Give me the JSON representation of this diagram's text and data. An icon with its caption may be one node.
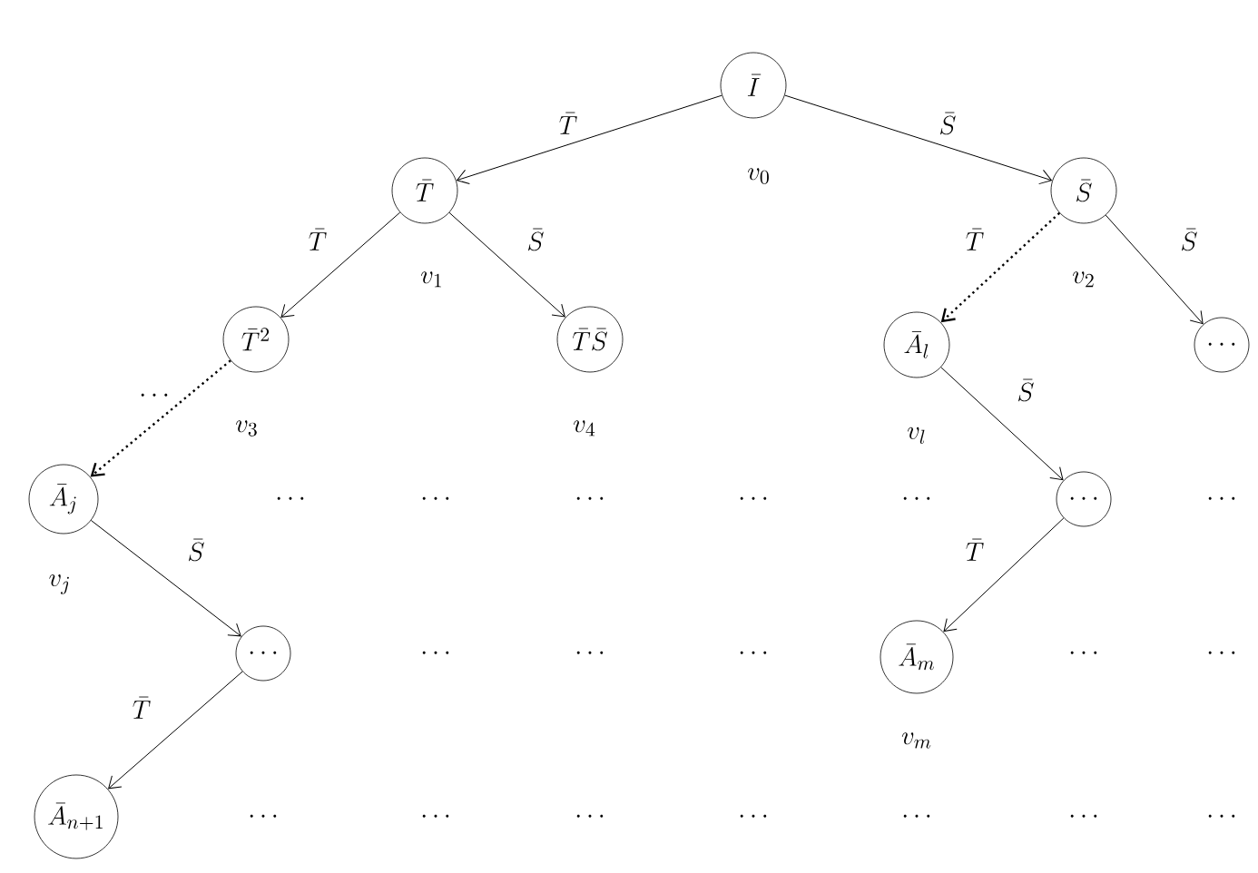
{
  "diagram": {
    "nodes": [
      {
        "text": [
          "\\bar{I}"
        ],
        "beside": [
          "v_0"
        ]
      },
      {
        "text": [
          "\\bar{T}"
        ],
        "beside": [
          "v_1"
        ]
      },
      {
        "text": [
          "\\bar{S}"
        ],
        "beside": [
          "v_2"
        ]
      },
      {
        "text": [
          "\\bar{T}^2"
        ],
        "beside": [
          "v_3"
        ]
      },
      {
        "text": [
          "\\bar{T}\\bar{S}"
        ],
        "beside": [
          "v_4"
        ]
      },
      {
        "text": [
          "\\bar{A}_l"
        ],
        "beside": [
          "v_l"
        ]
      },
      {
        "text": [
          "\\cdots"
        ]
      },
      {
        "text": [
          "\\bar{A}_j"
        ],
        "beside": [
          "v_j"
        ]
      },
      {
        "text": [
          "\\cdots"
        ]
      },
      {
        "text": [
          "\\cdots"
        ]
      },
      {
        "text": [
          "\\bar{A}_m"
        ],
        "beside": [
          "v_m"
        ]
      },
      {
        "text": [
          "\\bar{A}_{n+1}"
        ]
      }
    ],
    "edges": [
      {
        "from": 0,
        "to": 1,
        "arrow": "to",
        "label": "\\bar{T}"
      },
      {
        "from": 0,
        "to": 2,
        "arrow": "to",
        "label": "\\bar{S}"
      },
      {
        "from": 1,
        "to": 3,
        "arrow": "to",
        "label": "\\bar{T}"
      },
      {
        "from": 1,
        "to": 4,
        "arrow": "to",
        "label": "\\bar{S}"
      },
      {
        "from": 2,
        "to": 5,
        "arrow": "to",
        "label": "\\bar{T}",
        "style": "dashed"
      },
      {
        "from": 2,
        "to": 6,
        "arrow": "to",
        "label": "\\bar{S}"
      },
      {
        "from": 3,
        "to": 7,
        "arrow": "to",
        "label": "\\cdots",
        "style": "dashed"
      },
      {
        "from": 5,
        "to": 8,
        "arrow": "to",
        "label": "\\bar{S}"
      },
      {
        "from": 7,
        "to": 9,
        "arrow": "to",
        "label": "\\bar{S}"
      },
      {
        "from": 8,
        "to": 10,
        "arrow": "to",
        "label": "\\bar{T}"
      },
      {
        "from": 9,
        "to": 11,
        "arrow": "to",
        "label": "\\bar{T}"
      }
    ],
    "labels": [
      "\\cdots",
      "\\cdots",
      "\\cdots",
      "\\cdots",
      "\\cdots",
      "\\cdots",
      "\\cdots",
      "\\cdots",
      "\\cdots",
      "\\cdots",
      "\\cdots",
      "\\cdots",
      "\\cdots",
      "\\cdots",
      "\\cdots",
      "\\cdots",
      "\\cdots",
      "\\cdots"
    ]
  }
}
